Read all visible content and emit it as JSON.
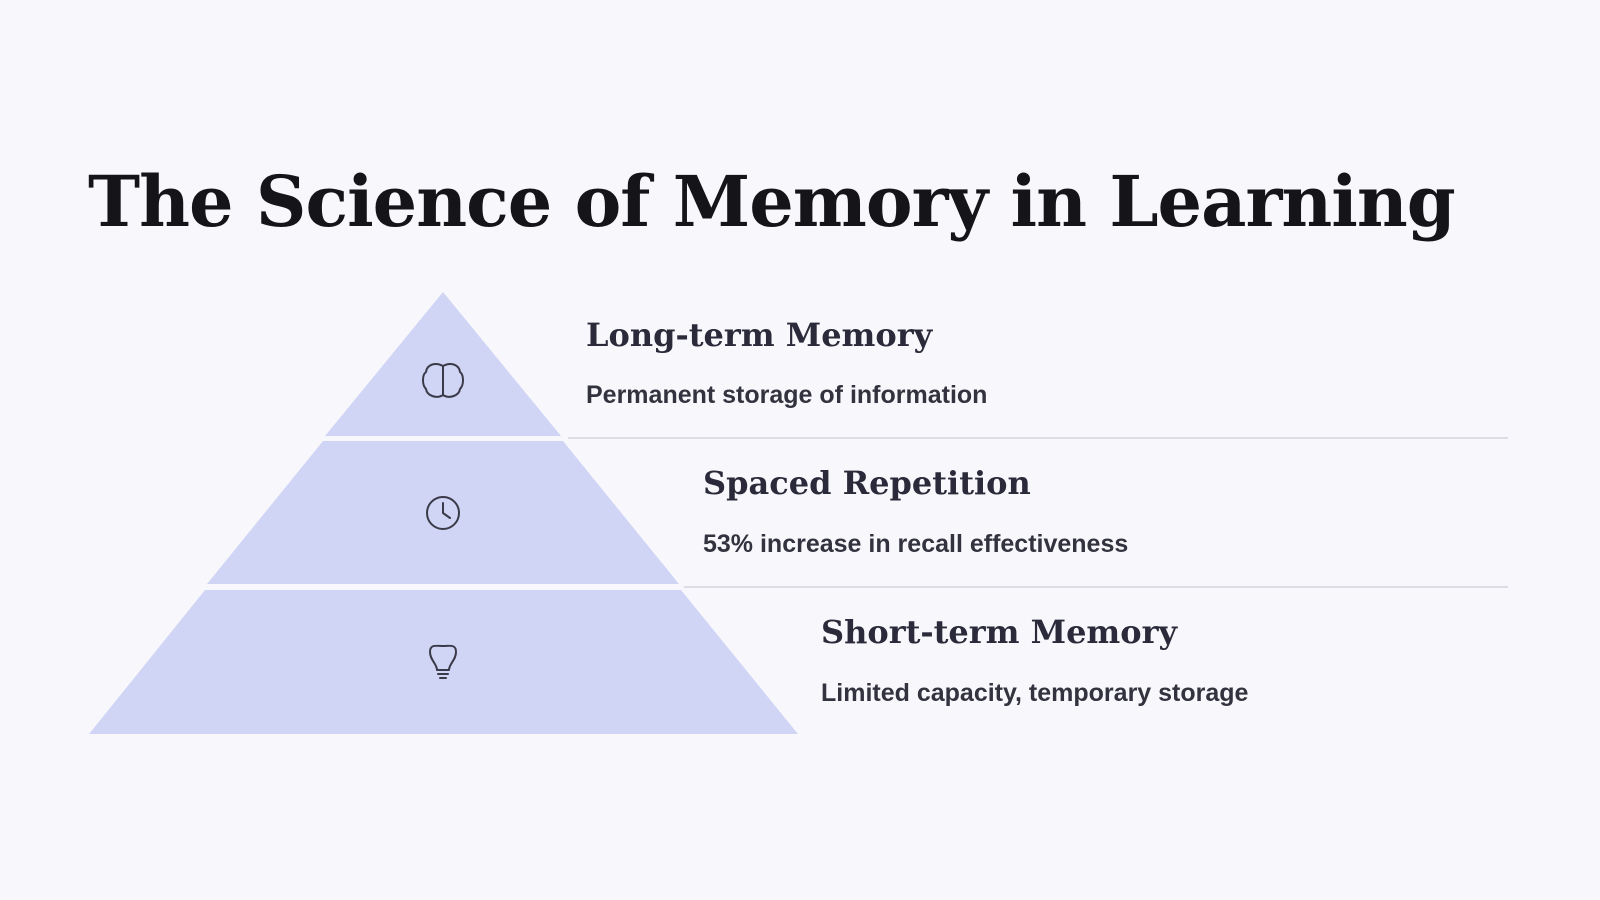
{
  "slide": {
    "title": "The Science of Memory in Learning"
  },
  "pyramid": {
    "fill_color": "#d0d5f5",
    "divider_color": "#d6d6e0",
    "tiers": [
      {
        "heading": "Long-term Memory",
        "description": "Permanent storage of information",
        "icon": "brain-icon"
      },
      {
        "heading": "Spaced Repetition",
        "description": "53% increase in recall effectiveness",
        "icon": "clock-icon"
      },
      {
        "heading": "Short-term Memory",
        "description": "Limited capacity, temporary storage",
        "icon": "lightbulb-icon"
      }
    ]
  }
}
